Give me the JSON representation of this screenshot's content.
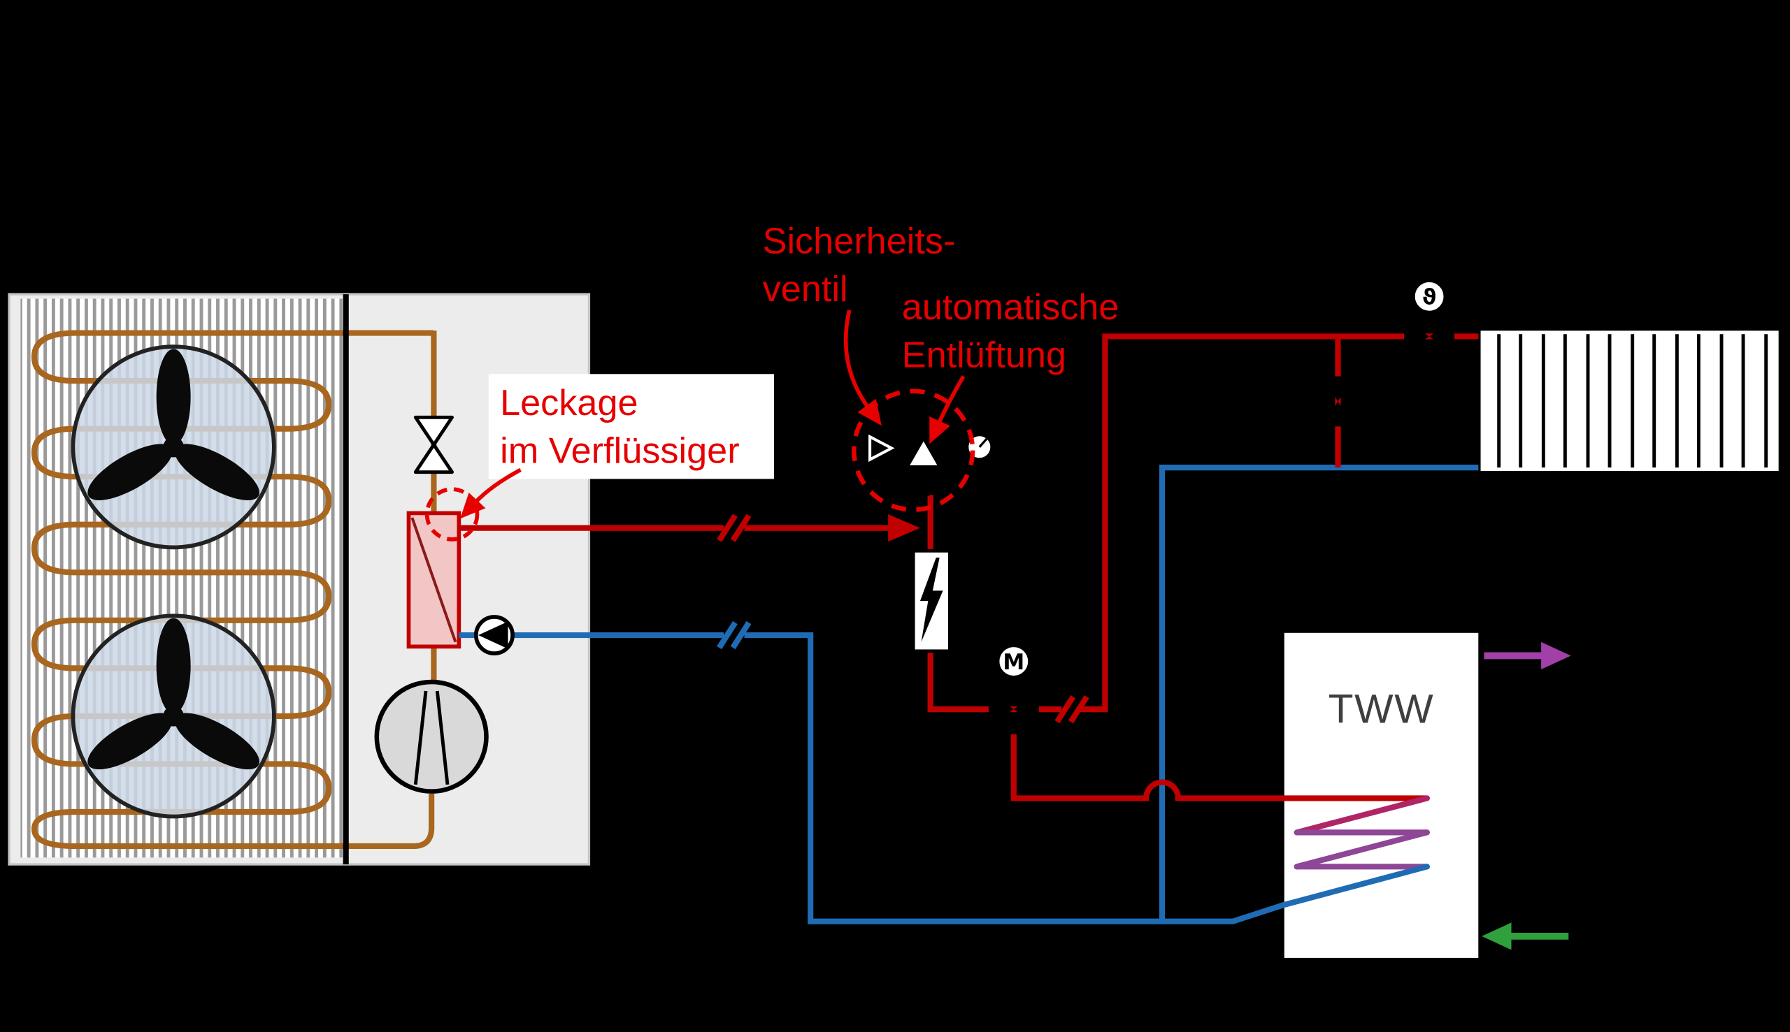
{
  "schematic": {
    "annotations": {
      "safety_valve": {
        "line1": "Sicherheits-",
        "line2": "ventil"
      },
      "auto_vent": {
        "line1": "automatische",
        "line2": "Entlüftung"
      },
      "leakage": {
        "line1": "Leckage",
        "line2": "im Verflüssiger"
      }
    },
    "components": {
      "dhw_tank_label": "TWW",
      "motor_valve_label": "M",
      "thermostat_symbol": "ϑ"
    }
  },
  "colors": {
    "background": "#000000",
    "pipe-hot": "#c00000",
    "pipe-cold": "#1f6cb5",
    "pipe-refrigerant": "#a8661e",
    "annotation": "#e60000",
    "coil-purple": "#8e4696",
    "coil-red-purple": "#b02565",
    "dhw-arrow": "#a040a8",
    "cold-arrow": "#2fa03c",
    "casing": "#ececec",
    "condenser-fill": "#f3c6c6",
    "condenser-stroke": "#c00000",
    "fan-disc": "#cdd8e6",
    "compressor-fill": "#d9d9d9",
    "fin-stripe": "#9a9a9a"
  }
}
